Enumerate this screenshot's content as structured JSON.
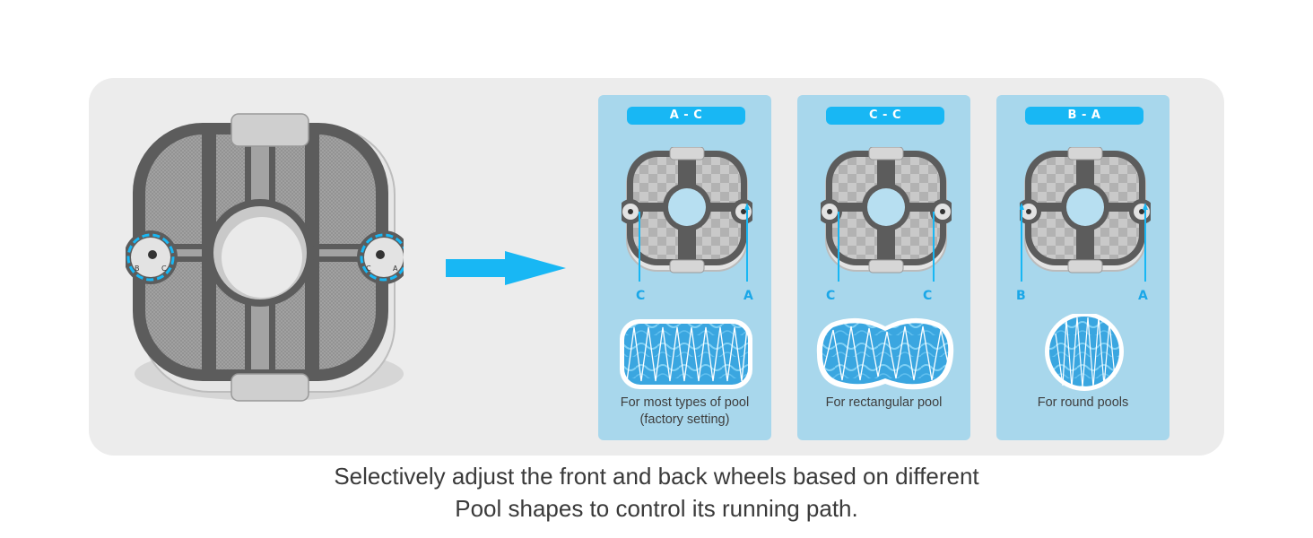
{
  "cards": [
    {
      "title": "A - C",
      "left_wheel": "C",
      "right_wheel": "A",
      "caption_line1": "For most types of pool",
      "caption_line2": "(factory setting)"
    },
    {
      "title": "C - C",
      "left_wheel": "C",
      "right_wheel": "C",
      "caption_line1": "For rectangular pool",
      "caption_line2": ""
    },
    {
      "title": "B - A",
      "left_wheel": "B",
      "right_wheel": "A",
      "caption_line1": "For round pools",
      "caption_line2": ""
    }
  ],
  "main_robot": {
    "left_wheel_labels": [
      "B",
      "C"
    ],
    "right_wheel_labels": [
      "C",
      "A"
    ]
  },
  "caption": {
    "line1": "Selectively adjust the front and back wheels based on different",
    "line2": "Pool shapes to control its running path."
  },
  "colors": {
    "accent": "#18b7f4",
    "card_bg": "#a8d7ec",
    "panel_bg": "#ececec",
    "frame": "#5c5c5c",
    "text": "#3a3a3a"
  }
}
